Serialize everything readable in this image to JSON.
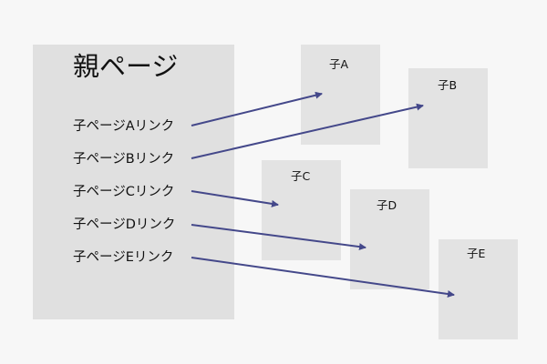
{
  "parent": {
    "title": "親ページ",
    "links": [
      "子ページAリンク",
      "子ページBリンク",
      "子ページCリンク",
      "子ページDリンク",
      "子ページEリンク"
    ]
  },
  "children": [
    "子A",
    "子B",
    "子C",
    "子D",
    "子E"
  ],
  "colors": {
    "arrow": "#44488a",
    "box": "#e3e3e3",
    "background": "#f7f7f7"
  }
}
